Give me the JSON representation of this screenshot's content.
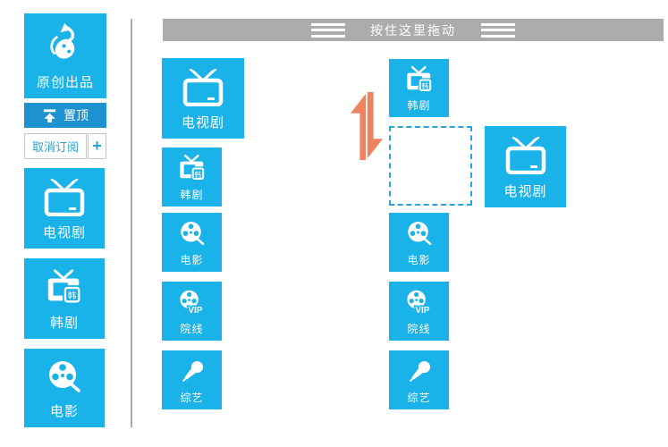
{
  "colors": {
    "tile_cyan": "#19B2E9",
    "pin_blue": "#1C92D1",
    "header_gray": "#ACACAC",
    "swap_arrow_orange": "#F0835F",
    "divider_gray": "#ABABAB",
    "link_blue": "#2C9FD8",
    "box_border_gray": "#C6C6C6",
    "dashed_border_blue": "#2BA3DB"
  },
  "header": {
    "drag_label": "按住这里拖动"
  },
  "sidebar": {
    "featured": {
      "label": "原创出品"
    },
    "pin_button": {
      "label": "置顶"
    },
    "unsubscribe_button": {
      "label": "取消订阅"
    },
    "add_button": {
      "label": "+"
    },
    "items": [
      {
        "label": "电视剧"
      },
      {
        "label": "韩剧",
        "badge": "韩"
      },
      {
        "label": "电影"
      }
    ]
  },
  "source_list": {
    "items": [
      {
        "label": "电视剧"
      },
      {
        "label": "韩剧",
        "badge": "韩"
      },
      {
        "label": "电影"
      },
      {
        "label": "院线",
        "badge": "VIP"
      },
      {
        "label": "综艺"
      }
    ]
  },
  "target_list": {
    "items": [
      {
        "label": "韩剧",
        "badge": "韩"
      },
      {
        "label": "电视剧"
      },
      {
        "label": "电影"
      },
      {
        "label": "院线",
        "badge": "VIP"
      },
      {
        "label": "综艺"
      }
    ]
  }
}
